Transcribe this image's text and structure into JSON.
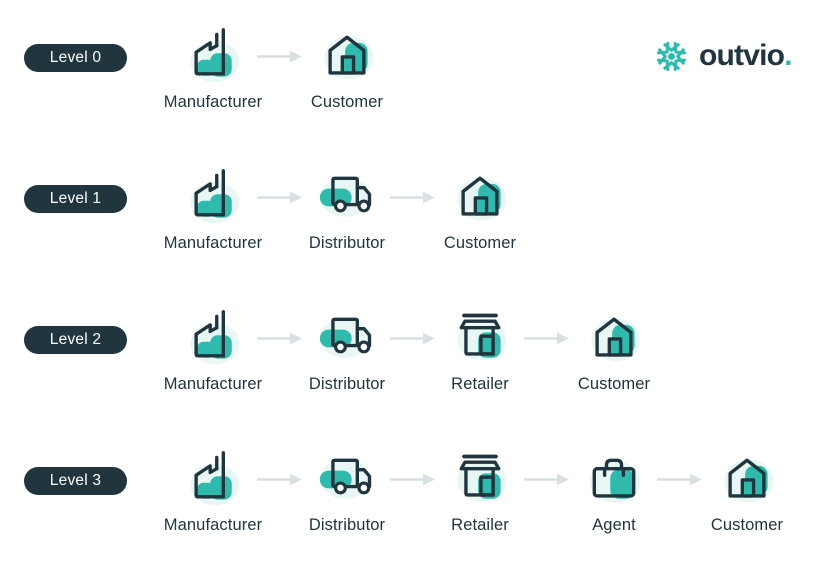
{
  "logo": {
    "brand": "outvio",
    "dot": "."
  },
  "levels": [
    {
      "badge": "Level 0",
      "nodes": [
        {
          "label": "Manufacturer",
          "type": "manufacturer"
        },
        {
          "label": "Customer",
          "type": "customer"
        }
      ]
    },
    {
      "badge": "Level 1",
      "nodes": [
        {
          "label": "Manufacturer",
          "type": "manufacturer"
        },
        {
          "label": "Distributor",
          "type": "distributor"
        },
        {
          "label": "Customer",
          "type": "customer"
        }
      ]
    },
    {
      "badge": "Level 2",
      "nodes": [
        {
          "label": "Manufacturer",
          "type": "manufacturer"
        },
        {
          "label": "Distributor",
          "type": "distributor"
        },
        {
          "label": "Retailer",
          "type": "retailer"
        },
        {
          "label": "Customer",
          "type": "customer"
        }
      ]
    },
    {
      "badge": "Level 3",
      "nodes": [
        {
          "label": "Manufacturer",
          "type": "manufacturer"
        },
        {
          "label": "Distributor",
          "type": "distributor"
        },
        {
          "label": "Retailer",
          "type": "retailer"
        },
        {
          "label": "Agent",
          "type": "agent"
        },
        {
          "label": "Customer",
          "type": "customer"
        }
      ]
    }
  ],
  "colors": {
    "navy": "#21353F",
    "teal": "#30BAAD",
    "glow": "#E8F6F4",
    "arrow": "#D8E0E4",
    "background": "#FFFFFF",
    "badge_text": "#FFFFFF"
  }
}
